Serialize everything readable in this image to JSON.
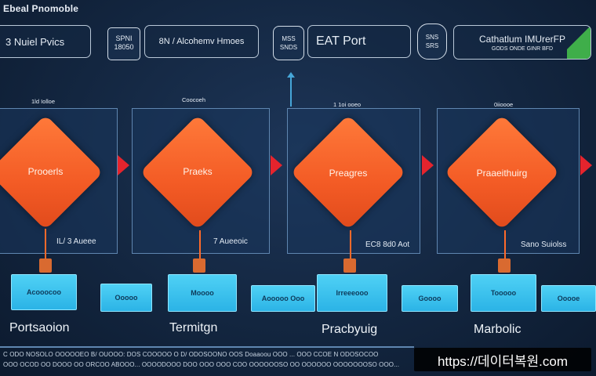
{
  "header": {
    "title": "Ebeal Pnomoble"
  },
  "top_boxes": [
    {
      "label": "3 Nuiel Pvics"
    },
    {
      "badge": "SPNI 18050",
      "label": "8N / Alcohemv Hmoes"
    },
    {
      "badge": "MSS SNDS",
      "label": "EAT Port"
    },
    {
      "badge": "SNS SRS",
      "label": "Cathatlum IMUrerFP",
      "sublabel": "GODS ONDE GINR BFD"
    }
  ],
  "stages": [
    {
      "top_label": "1ld Iolloe",
      "diamond": "Prooerls",
      "side_label": "IL/ 3 Aueee",
      "box_a": "Acooocoo",
      "box_b": "Ooooo",
      "bottom": "Portsaoion"
    },
    {
      "top_label": "Coocoeh",
      "diamond": "Praeks",
      "side_label": "7 Aueeoic",
      "box_a": "Moooo",
      "box_b": "Aooooo Ooo",
      "bottom": "Termitgn"
    },
    {
      "top_label": "1 1oi ooeo",
      "diamond": "Preagres",
      "side_label": "EC8 8d0 Aot",
      "box_a": "Irreeeooo",
      "box_b": "Goooo",
      "bottom": "Pracbyuig"
    },
    {
      "top_label": "0iioooe",
      "diamond": "Praaeithuirg",
      "side_label": "Sano Suiolss",
      "box_a": "Tooooo",
      "box_b": "Ooooe",
      "bottom": "Marbolic"
    }
  ],
  "footer": {
    "line1": "C ODO NOSOLO OOOOOEO B/ OUOOO: DOS COOOOO O D/ ODOSOONO OOS Doaaoou OOO ... OOO CCOE N ODOSOCOO",
    "line2": "OOO OCOD OO DOOO OO ORCOO ABOOO... OOOODOOO DOO OOO OOO COO OOOOOOSO OO OOOOOO OOOOOOOSO OOO..."
  },
  "watermark": "https://데이터복원.com",
  "colors": {
    "diamond": "#f35b25",
    "cyan_box": "#2bb3e6",
    "arrow": "#e5242d",
    "background": "#132640"
  }
}
